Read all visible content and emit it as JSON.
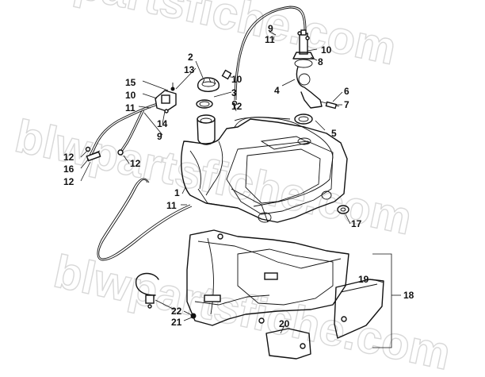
{
  "watermark": {
    "top": "blwpartsfiche.com",
    "middle": "blwpartsfiche.com",
    "bottom": "blwpartsfiche.com"
  },
  "callouts": [
    {
      "id": "c1",
      "label": "1"
    },
    {
      "id": "c2",
      "label": "2"
    },
    {
      "id": "c3",
      "label": "3"
    },
    {
      "id": "c4",
      "label": "4"
    },
    {
      "id": "c5",
      "label": "5"
    },
    {
      "id": "c6",
      "label": "6"
    },
    {
      "id": "c7",
      "label": "7"
    },
    {
      "id": "c8",
      "label": "8"
    },
    {
      "id": "c9a",
      "label": "9"
    },
    {
      "id": "c9b",
      "label": "9"
    },
    {
      "id": "c10a",
      "label": "10"
    },
    {
      "id": "c10b",
      "label": "10"
    },
    {
      "id": "c10c",
      "label": "10"
    },
    {
      "id": "c11a",
      "label": "11"
    },
    {
      "id": "c11b",
      "label": "11"
    },
    {
      "id": "c11c",
      "label": "11"
    },
    {
      "id": "c12a",
      "label": "12"
    },
    {
      "id": "c12b",
      "label": "12"
    },
    {
      "id": "c12c",
      "label": "12"
    },
    {
      "id": "c12d",
      "label": "12"
    },
    {
      "id": "c13",
      "label": "13"
    },
    {
      "id": "c14",
      "label": "14"
    },
    {
      "id": "c15",
      "label": "15"
    },
    {
      "id": "c16",
      "label": "16"
    },
    {
      "id": "c17",
      "label": "17"
    },
    {
      "id": "c18",
      "label": "18"
    },
    {
      "id": "c19",
      "label": "19"
    },
    {
      "id": "c20",
      "label": "20"
    },
    {
      "id": "c21",
      "label": "21"
    },
    {
      "id": "c22",
      "label": "22"
    }
  ]
}
